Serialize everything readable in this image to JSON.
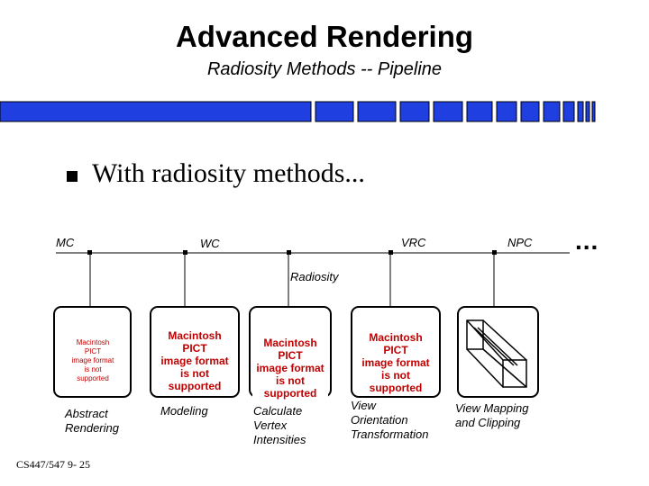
{
  "slide": {
    "title": "Advanced Rendering",
    "subtitle": "Radiosity Methods -- Pipeline",
    "bullet": "With radiosity methods...",
    "footer": "CS447/547 9- 25",
    "ellipsis": "..."
  },
  "pipeline": {
    "coordinate_labels": [
      "MC",
      "WC",
      "VRC",
      "NPC"
    ],
    "radiosity_label": "Radiosity",
    "stages": [
      {
        "caption": "Abstract\nRendering"
      },
      {
        "caption": "Modeling"
      },
      {
        "caption": "Calculate\nVertex\nIntensities"
      },
      {
        "caption": "View\nOrientation\nTransformation"
      },
      {
        "caption": "View Mapping\nand Clipping"
      }
    ],
    "pict_placeholder": "Macintosh PICT\nimage format\nis not supported"
  },
  "colors": {
    "bar_blue": "#1f3fe0",
    "bar_border": "#000000",
    "placeholder_text": "#c00000"
  }
}
